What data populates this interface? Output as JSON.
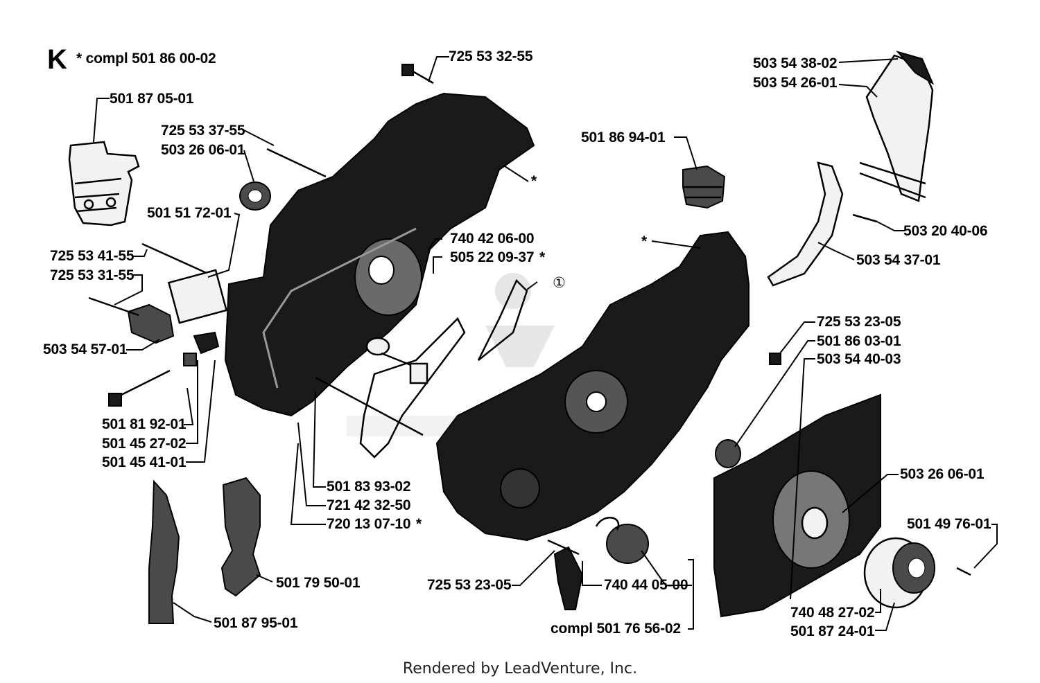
{
  "section_letter": "K",
  "legend": "* compl 501 86 00-02",
  "labels": {
    "p7255332_55": "725 53 32-55",
    "p5018705_01": "501 87 05-01",
    "p7255337_55": "725 53 37-55",
    "p5032606_01a": "503 26 06-01",
    "p5015172_01": "501 51 72-01",
    "p7255341_55": "725 53 41-55",
    "p7255331_55": "725 53 31-55",
    "p5035457_01": "503 54 57-01",
    "p5018192_01": "501 81 92-01",
    "p5014527_02": "501 45 27-02",
    "p5014541_01": "501 45 41-01",
    "p7404206_00": "740 42 06-00",
    "p5052209_37": "505 22 09-37",
    "p5018393_02": "501 83 93-02",
    "p7214232_50": "721 42 32-50",
    "p7201307_10": "720 13 07-10",
    "p5017950_01": "501 79 50-01",
    "p5018795_01": "501 87 95-01",
    "p5018694_01": "501 86 94-01",
    "p5035438_02": "503 54 38-02",
    "p5035426_01": "503 54 26-01",
    "p5032040_06": "503 20 40-06",
    "p5035437_01": "503 54 37-01",
    "p7255323_05a": "725 53 23-05",
    "p5018603_01": "501 86 03-01",
    "p5035440_03": "503 54 40-03",
    "p5032606_01b": "503 26 06-01",
    "p5014976_01": "501 49 76-01",
    "p7255323_05b": "725 53 23-05",
    "p7404405_00": "740 44 05-00",
    "compl5017656_02": "compl 501 76 56-02",
    "p7404827_02": "740 48 27-02",
    "p5018724_01": "501 87 24-01",
    "star": "*",
    "circled_one": "①"
  },
  "footer": "Rendered by LeadVenture, Inc."
}
